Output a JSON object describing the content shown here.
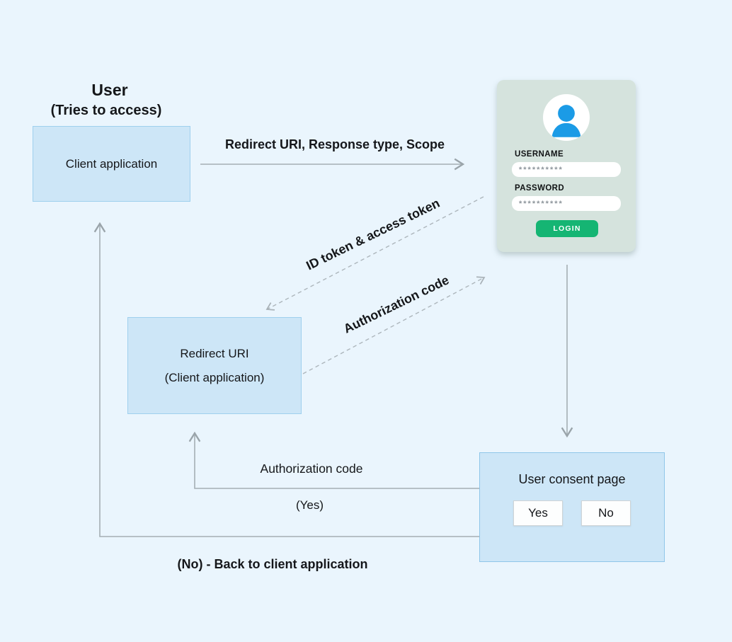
{
  "user": {
    "title": "User",
    "subtitle": "(Tries to access)"
  },
  "boxes": {
    "client_app": {
      "label": "Client application"
    },
    "redirect_uri": {
      "line1": "Redirect URI",
      "line2": "(Client application)"
    },
    "consent": {
      "title": "User consent page",
      "yes": "Yes",
      "no": "No"
    }
  },
  "login_card": {
    "avatar_icon": "user-avatar-icon",
    "username_label": "USERNAME",
    "username_value": "**********",
    "password_label": "PASSWORD",
    "password_value": "**********",
    "login_button": "LOGIN"
  },
  "edges": {
    "request": "Redirect URI, Response type, Scope",
    "id_token": "ID token & access token",
    "auth_code_to_login": "Authorization code",
    "auth_code_to_redirect": "Authorization code",
    "yes": "(Yes)",
    "no": "(No) - Back to client application"
  },
  "colors": {
    "background": "#eaf5fd",
    "box_fill": "#cde6f7",
    "box_border": "#9fd0ee",
    "card_fill": "#d5e3dd",
    "login_green": "#15b573",
    "avatar_blue": "#1b9be6",
    "arrow_gray": "#9aa4aa",
    "text": "#15171a"
  }
}
